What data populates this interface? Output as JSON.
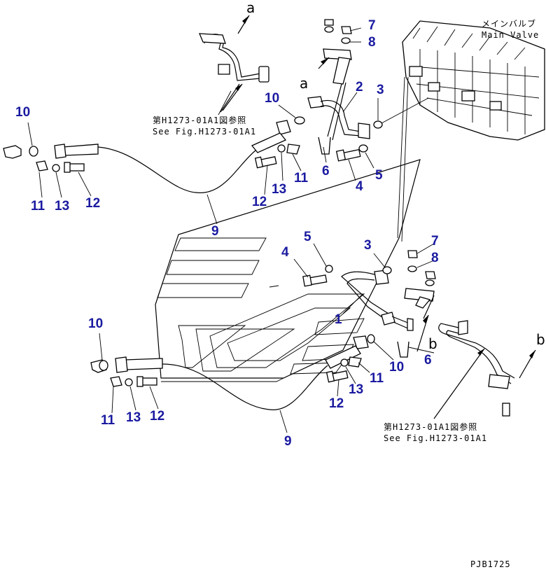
{
  "labels": {
    "main_valve_jp": "メインバルブ",
    "main_valve_en": "Main Valve",
    "ref_top_jp": "第H1273-01A1図参照",
    "ref_top_en": "See Fig.H1273-01A1",
    "ref_bottom_jp": "第H1273-01A1図参照",
    "ref_bottom_en": "See Fig.H1273-01A1",
    "figure_id": "PJB1725",
    "letter_a": "a",
    "letter_b": "b"
  },
  "callouts": {
    "top_1": "7",
    "top_2": "8",
    "top_3": "2",
    "top_4": "3",
    "top_5": "10",
    "top_6": "6",
    "top_7": "4",
    "top_8": "5",
    "top_9": "11",
    "top_10": "13",
    "top_11": "12",
    "top_12": "9",
    "top_13": "10",
    "top_14": "11",
    "top_15": "13",
    "top_16": "12",
    "bot_1": "5",
    "bot_2": "3",
    "bot_3": "4",
    "bot_4": "7",
    "bot_5": "8",
    "bot_6": "1",
    "bot_7": "10",
    "bot_8": "6",
    "bot_9": "11",
    "bot_10": "13",
    "bot_11": "12",
    "bot_12": "10",
    "bot_13": "11",
    "bot_14": "13",
    "bot_15": "12",
    "bot_16": "9"
  }
}
